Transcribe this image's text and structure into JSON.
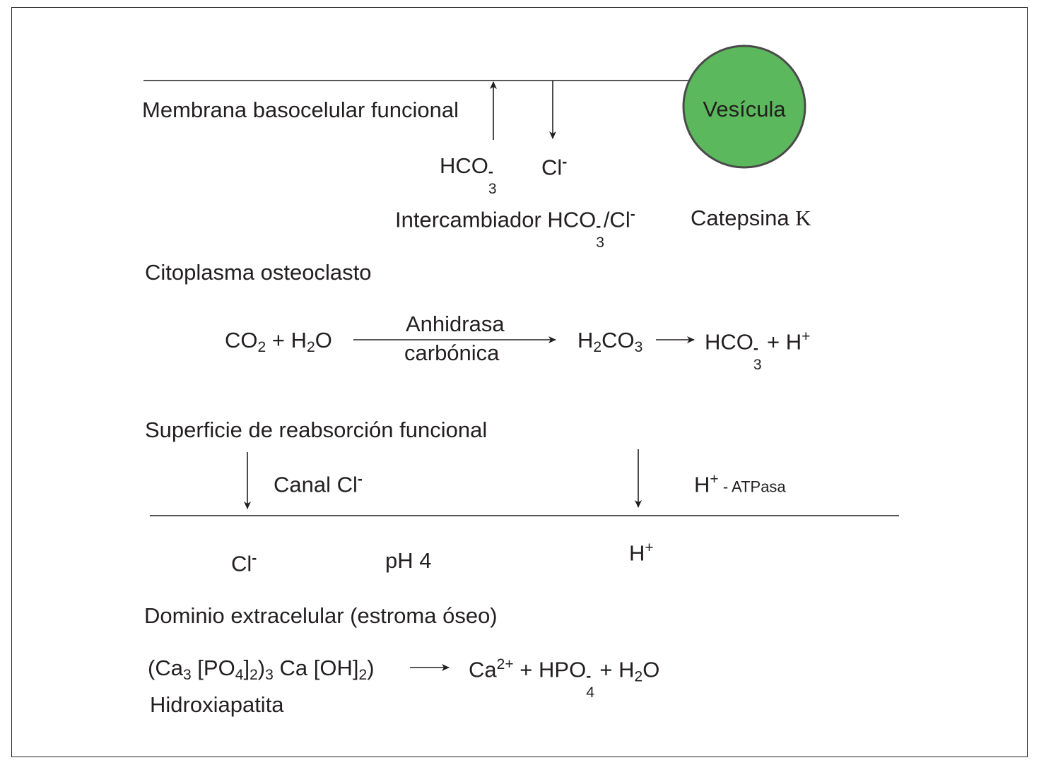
{
  "colors": {
    "vesicle_fill": "#5cb85c",
    "vesicle_stroke": "#4a4a4a",
    "ink": "#231f20"
  },
  "labels": {
    "membrana": "Membrana basocelular funcional",
    "vesicula": "Vesícula",
    "hco3": "HCO",
    "cl": "Cl",
    "intercambiador": "Intercambiador HCO",
    "intercambiador_tail": "/Cl",
    "catepsina": "Catepsina ",
    "catepsina_k": "K",
    "citoplasma": "Citoplasma osteoclasto",
    "superficie": "Superficie de reabsorción funcional",
    "canal": "Canal  Cl",
    "h_plus": "H",
    "atpasa": " - ATPasa",
    "ph": "pH 4",
    "dominio": "Dominio extracelular (estroma óseo)",
    "hidroxiapatita": "Hidroxiapatita"
  },
  "reaction1": {
    "co2": "CO",
    "co2_sub": "2",
    "plus1": " + H",
    "h2o_sub": "2",
    "o": "O",
    "enzyme_line1": "Anhidrasa",
    "enzyme_line2": "carbónica",
    "h2co3_h": "H",
    "h2co3_sub1": "2",
    "h2co3_co": "CO",
    "h2co3_sub2": "3",
    "prod_hco": "HCO",
    "prod_plus": " + H"
  },
  "reaction2": {
    "lhs_a": "(Ca",
    "lhs_sub1": "3",
    "lhs_b": " [PO",
    "lhs_sub2": "4",
    "lhs_c": "]",
    "lhs_sub3": "2",
    "lhs_d": ")",
    "lhs_sub4": "3",
    "lhs_e": " Ca [OH]",
    "lhs_sub5": "2",
    "lhs_f": ")",
    "rhs_ca": "Ca",
    "rhs_ca_sup": "2+",
    "rhs_hpo": " + HPO",
    "rhs_h2o": " + H",
    "rhs_h2o_sub": "2",
    "rhs_o": "O"
  },
  "charges": {
    "minus": "-",
    "plus": "+",
    "three": "3",
    "four": "4"
  }
}
